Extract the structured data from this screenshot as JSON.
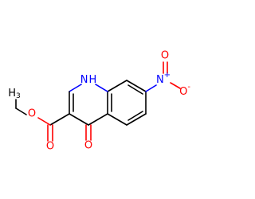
{
  "atoms": {
    "nh": {
      "symbol": "N",
      "hydrogen": "H",
      "color": "#0000ff"
    },
    "no2_n": {
      "symbol": "N",
      "charge": "+",
      "color": "#0000ff"
    },
    "no2_o_top": {
      "symbol": "O",
      "color": "#ff0000"
    },
    "no2_o_bottom": {
      "symbol": "O",
      "charge": "-",
      "color": "#ff0000"
    },
    "ketone_o": {
      "symbol": "O",
      "color": "#ff0000"
    },
    "ester_carbonyl_o": {
      "symbol": "O",
      "color": "#ff0000"
    },
    "ester_ether_o": {
      "symbol": "O",
      "color": "#ff0000"
    },
    "methyl": {
      "symbol": "H",
      "count": "3",
      "color": "#000000"
    }
  }
}
